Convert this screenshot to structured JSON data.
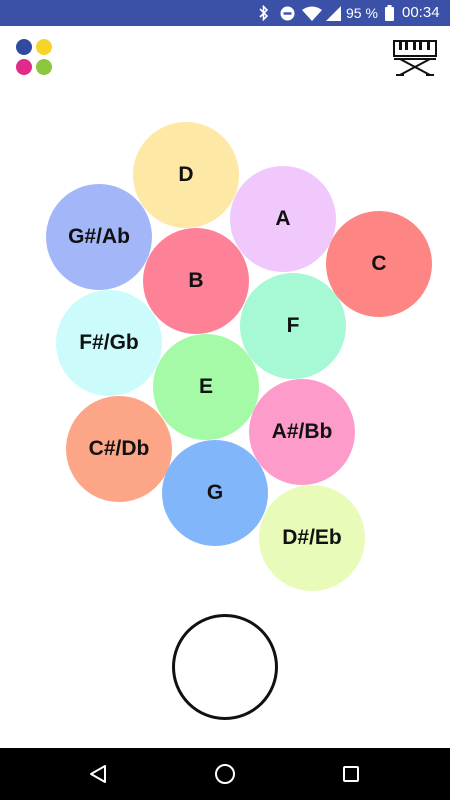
{
  "status_bar": {
    "battery_percent": "95 %",
    "time": "00:34",
    "icons": [
      "bluetooth-icon",
      "do-not-disturb-icon",
      "wifi-icon",
      "signal-icon",
      "battery-icon"
    ]
  },
  "toolbar": {
    "palette_icon": "color-palette-icon",
    "palette_colors": [
      "#2f4a9e",
      "#f7d428",
      "#e02b8a",
      "#8cc63f"
    ],
    "keyboard_icon": "piano-keyboard-icon"
  },
  "notes": [
    {
      "label": "D",
      "color": "#fde8a5"
    },
    {
      "label": "A",
      "color": "#f0c8fb"
    },
    {
      "label": "G#/Ab",
      "color": "#a3b6f8"
    },
    {
      "label": "C",
      "color": "#fd8583"
    },
    {
      "label": "B",
      "color": "#fd8297"
    },
    {
      "label": "F",
      "color": "#a6f9d4"
    },
    {
      "label": "F#/Gb",
      "color": "#cbfcfb"
    },
    {
      "label": "E",
      "color": "#a5faa7"
    },
    {
      "label": "A#/Bb",
      "color": "#fd9ccb"
    },
    {
      "label": "C#/Db",
      "color": "#fda687"
    },
    {
      "label": "G",
      "color": "#82b6fb"
    },
    {
      "label": "D#/Eb",
      "color": "#e8fbb9"
    }
  ],
  "nav_bar": {
    "back_icon": "back-triangle-icon",
    "home_icon": "home-circle-icon",
    "recents_icon": "recents-square-icon"
  }
}
